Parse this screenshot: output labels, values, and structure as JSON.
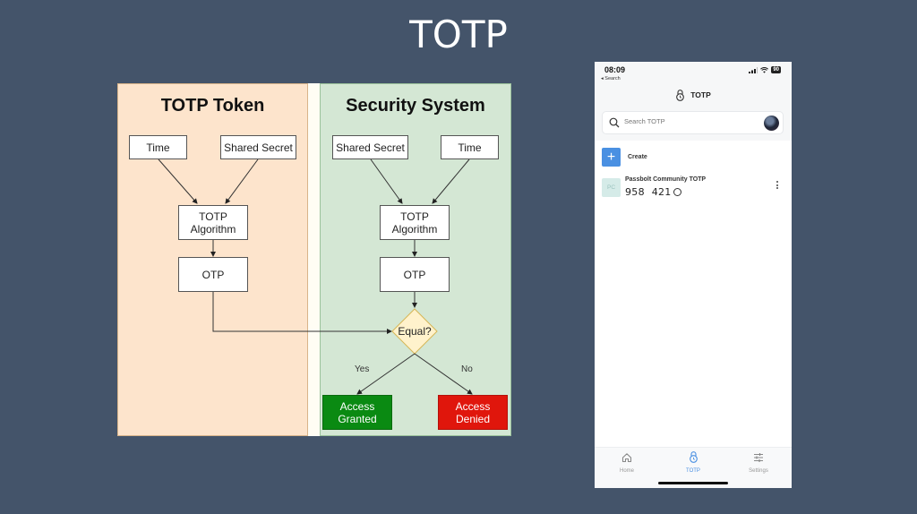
{
  "slide": {
    "title": "TOTP"
  },
  "diagram": {
    "left_panel": {
      "title": "TOTP Token",
      "nodes": {
        "time": "Time",
        "shared_secret": "Shared Secret",
        "algorithm_line1": "TOTP",
        "algorithm_line2": "Algorithm",
        "otp": "OTP"
      },
      "color": "#fde4cc"
    },
    "right_panel": {
      "title": "Security System",
      "nodes": {
        "shared_secret": "Shared Secret",
        "time": "Time",
        "algorithm_line1": "TOTP",
        "algorithm_line2": "Algorithm",
        "otp": "OTP",
        "decision": "Equal?",
        "yes_label": "Yes",
        "no_label": "No",
        "granted_line1": "Access",
        "granted_line2": "Granted",
        "denied_line1": "Access",
        "denied_line2": "Denied"
      },
      "color": "#d4e7d4",
      "granted_color": "#0a8a12",
      "denied_color": "#e0160c",
      "decision_color": "#fff2cc"
    }
  },
  "phone": {
    "status_bar": {
      "time": "08:09",
      "back_label": "◂ Search",
      "battery": "90"
    },
    "header": {
      "icon": "totp-lock-clock-icon",
      "title": "TOTP"
    },
    "search": {
      "placeholder": "Search TOTP",
      "icon": "search-icon"
    },
    "create": {
      "button_symbol": "+",
      "label": "Create"
    },
    "items": [
      {
        "initials": "PC",
        "name": "Passbolt Community TOTP",
        "code": "958 421"
      }
    ],
    "tabbar": {
      "tabs": [
        {
          "label": "Home",
          "icon": "home-icon",
          "active": false
        },
        {
          "label": "TOTP",
          "icon": "totp-icon",
          "active": true
        },
        {
          "label": "Settings",
          "icon": "settings-sliders-icon",
          "active": false
        }
      ]
    },
    "accent_color": "#4a90e2"
  }
}
